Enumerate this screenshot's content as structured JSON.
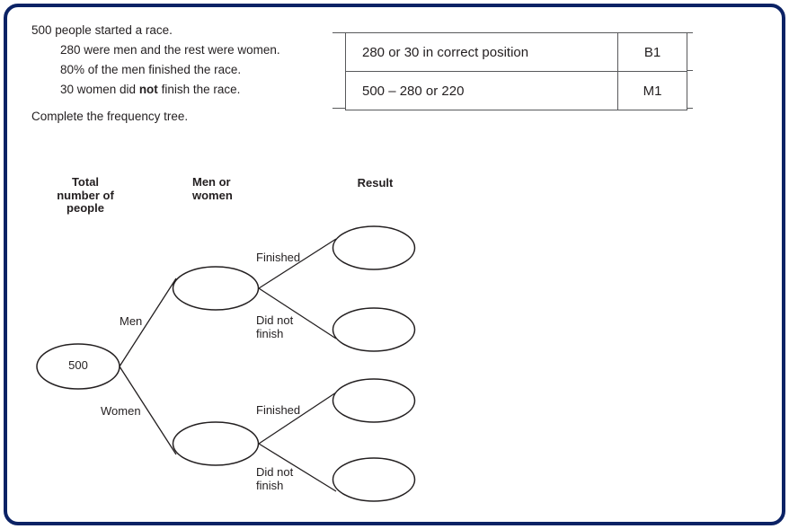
{
  "page": {
    "border_color": "#0b2265",
    "background": "#ffffff",
    "text_color": "#231f20"
  },
  "question": {
    "lines": [
      "500 people started a race.",
      "280 were men and the rest were women.",
      "80% of the men finished the race.",
      "30 women did not finish the race.",
      "Complete the frequency tree."
    ],
    "line3_prefix": "30 women did ",
    "line3_bold": "not",
    "line3_suffix": " finish the race."
  },
  "marks_table": {
    "rows": [
      {
        "working": "280  or  30 in correct position",
        "mark": "B1"
      },
      {
        "working": "500 – 280  or  220",
        "mark": "M1"
      }
    ]
  },
  "tree": {
    "column_headings": [
      {
        "id": "total",
        "text": "Total\nnumber of\npeople"
      },
      {
        "id": "men-or-women",
        "text": "Men or\nwomen"
      },
      {
        "id": "result",
        "text": "Result"
      }
    ],
    "root_node": {
      "value": "500"
    },
    "branch_labels": {
      "men": "Men",
      "women": "Women",
      "finished_men": "Finished",
      "did_not_finish_men": "Did not\nfinish",
      "finished_women": "Finished",
      "did_not_finish_women": "Did not\nfinish"
    },
    "level2_nodes": [
      {
        "id": "men-node",
        "value": ""
      },
      {
        "id": "women-node",
        "value": ""
      }
    ],
    "level3_nodes": [
      {
        "id": "men-finished-node",
        "value": ""
      },
      {
        "id": "men-did-not-finish-node",
        "value": ""
      },
      {
        "id": "women-finished-node",
        "value": ""
      },
      {
        "id": "women-did-not-finish-node",
        "value": ""
      }
    ]
  }
}
